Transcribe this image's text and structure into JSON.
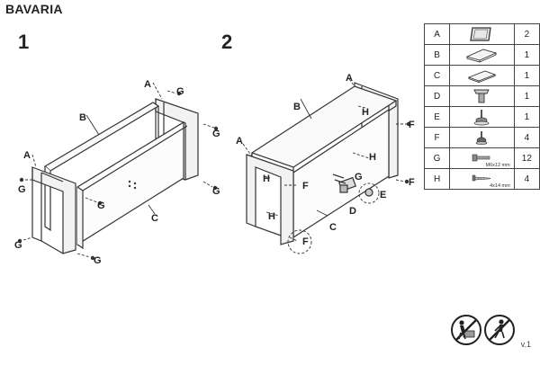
{
  "title": "BAVARIA",
  "steps": {
    "step1": "1",
    "step2": "2"
  },
  "labels": {
    "A": "A",
    "B": "B",
    "C": "C",
    "D": "D",
    "E": "E",
    "F": "F",
    "G": "G",
    "H": "H"
  },
  "parts": [
    {
      "letter": "A",
      "icon": "frame-panel-icon",
      "qty": "2"
    },
    {
      "letter": "B",
      "icon": "top-panel-icon",
      "qty": "1"
    },
    {
      "letter": "C",
      "icon": "back-panel-icon",
      "qty": "1"
    },
    {
      "letter": "D",
      "icon": "bracket-icon",
      "qty": "1"
    },
    {
      "letter": "E",
      "icon": "leveling-foot-icon",
      "qty": "1"
    },
    {
      "letter": "F",
      "icon": "small-foot-icon",
      "qty": "4"
    },
    {
      "letter": "G",
      "icon": "bolt-icon",
      "qty": "12",
      "spec": "M6x12 mm"
    },
    {
      "letter": "H",
      "icon": "wood-screw-icon",
      "qty": "4",
      "spec": "4x14 mm"
    }
  ],
  "version": "v.1",
  "warning_icons": [
    "two-person-assembly-icon",
    "anti-tip-icon"
  ]
}
